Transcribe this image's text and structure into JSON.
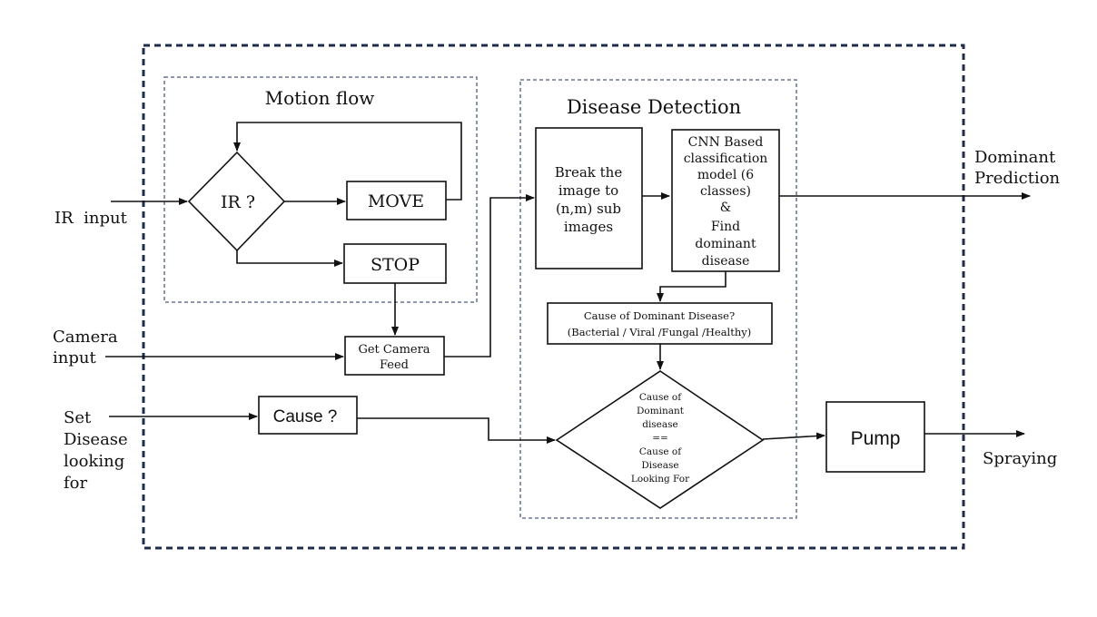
{
  "motion_flow": {
    "title": "Motion flow",
    "decision": "IR ?",
    "move": "MOVE",
    "stop": "STOP"
  },
  "disease_detection": {
    "title": "Disease Detection",
    "break_image": [
      "Break the",
      "image to",
      "(n,m) sub",
      "images"
    ],
    "cnn_model": [
      "CNN Based",
      "classification",
      "model (6",
      "classes)",
      "&",
      "Find",
      "dominant",
      "disease"
    ],
    "cause_query": [
      "Cause of Dominant Disease?",
      "(Bacterial / Viral /Fungal /Healthy)"
    ],
    "compare": [
      "Cause of",
      "Dominant",
      "disease",
      "==",
      "Cause of",
      "Disease",
      "Looking For"
    ]
  },
  "inputs": {
    "ir": "IR  input",
    "camera": [
      "Camera",
      "input"
    ],
    "set_disease": [
      "Set",
      "Disease",
      "looking",
      "for"
    ]
  },
  "blocks": {
    "get_camera_feed": [
      "Get Camera",
      "Feed"
    ],
    "cause": "Cause ?",
    "pump": "Pump"
  },
  "outputs": {
    "dominant_prediction": [
      "Dominant",
      "Prediction"
    ],
    "spraying": "Spraying"
  },
  "colors": {
    "outer_border": "#1f2d4a",
    "inner_border": "#4a5a78",
    "line": "#111111"
  }
}
